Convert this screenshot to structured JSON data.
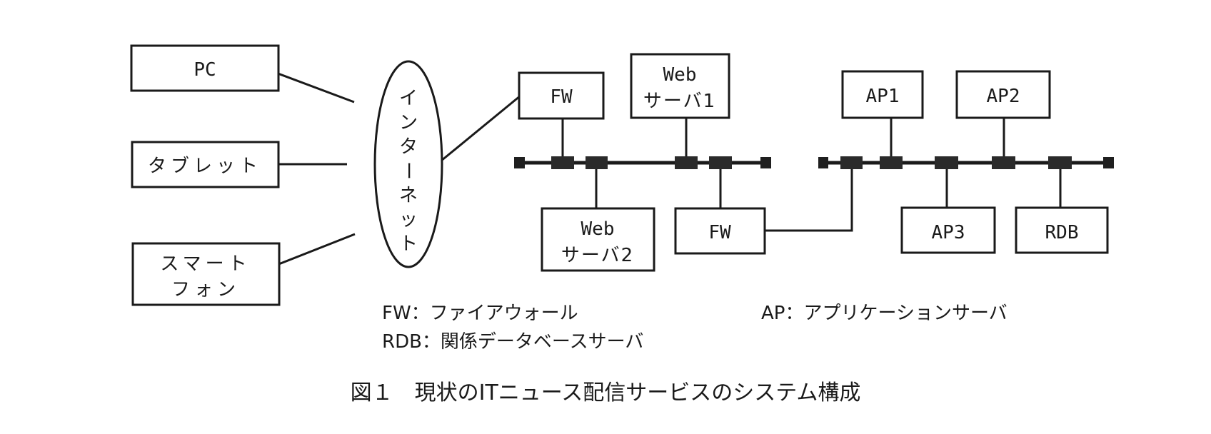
{
  "diagram": {
    "clients": [
      {
        "id": "pc",
        "lines": [
          "PC"
        ]
      },
      {
        "id": "tablet",
        "lines": [
          "タブレット"
        ]
      },
      {
        "id": "smartphone",
        "lines": [
          "スマート",
          "フォン"
        ]
      }
    ],
    "internet": {
      "label_chars": [
        "イ",
        "ン",
        "タ",
        "ー",
        "ネ",
        "ッ",
        "ト"
      ],
      "label": "インターネット"
    },
    "dmz_segment": {
      "nodes": [
        {
          "id": "fw1",
          "lines": [
            "FW"
          ]
        },
        {
          "id": "web1",
          "lines": [
            "Web",
            "サーバ1"
          ]
        },
        {
          "id": "web2",
          "lines": [
            "Web",
            "サーバ2"
          ]
        },
        {
          "id": "fw2",
          "lines": [
            "FW"
          ]
        }
      ]
    },
    "internal_segment": {
      "nodes": [
        {
          "id": "ap1",
          "lines": [
            "AP1"
          ]
        },
        {
          "id": "ap2",
          "lines": [
            "AP2"
          ]
        },
        {
          "id": "ap3",
          "lines": [
            "AP3"
          ]
        },
        {
          "id": "rdb",
          "lines": [
            "RDB"
          ]
        }
      ]
    },
    "connections": [
      [
        "pc",
        "internet"
      ],
      [
        "tablet",
        "internet"
      ],
      [
        "smartphone",
        "internet"
      ],
      [
        "internet",
        "fw1"
      ],
      [
        "fw1",
        "dmz_bus"
      ],
      [
        "web1",
        "dmz_bus"
      ],
      [
        "web2",
        "dmz_bus"
      ],
      [
        "fw2",
        "dmz_bus"
      ],
      [
        "fw2",
        "internal_bus"
      ],
      [
        "ap1",
        "internal_bus"
      ],
      [
        "ap2",
        "internal_bus"
      ],
      [
        "ap3",
        "internal_bus"
      ],
      [
        "rdb",
        "internal_bus"
      ]
    ]
  },
  "legend": {
    "fw": "FW：ファイアウォール",
    "ap": "AP：アプリケーションサーバ",
    "rdb": "RDB：関係データベースサーバ"
  },
  "caption": "図１　現状のITニュース配信サービスのシステム構成"
}
